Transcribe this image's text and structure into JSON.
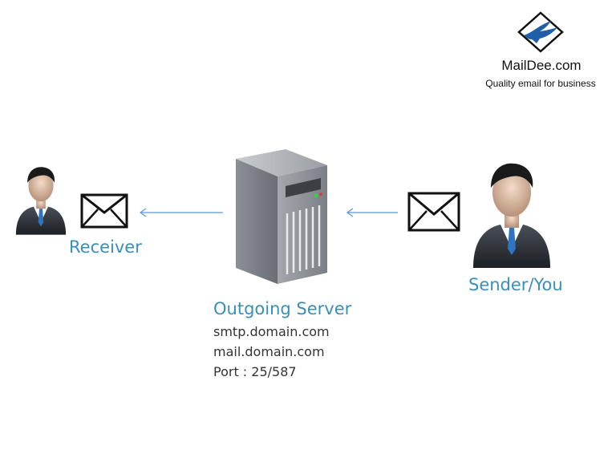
{
  "brand": {
    "name": "MailDee.com",
    "tagline": "Quality email for business",
    "logo_icon": "bird-diamond-logo"
  },
  "receiver": {
    "label": "Receiver",
    "icon": "businessman-icon"
  },
  "sender": {
    "label": "Sender/You",
    "icon": "businessman-icon"
  },
  "server": {
    "title": "Outgoing Server",
    "details": [
      "smtp.domain.com",
      "mail.domain.com",
      "Port : 25/587"
    ],
    "icon": "server-tower-icon"
  },
  "colors": {
    "label_blue": "#3a8fb7",
    "arrow_blue": "#5b9bd5",
    "logo_blue": "#1f5fa8",
    "text_dark": "#333333"
  }
}
